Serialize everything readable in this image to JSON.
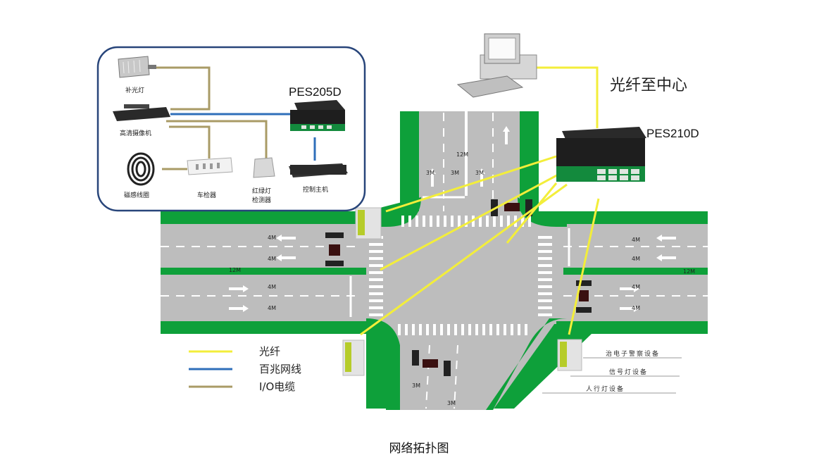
{
  "inset": {
    "items": [
      {
        "key": "fill_light",
        "label": "补光灯"
      },
      {
        "key": "hd_camera",
        "label": "高清摄像机"
      },
      {
        "key": "coil",
        "label": "磁感线圈"
      },
      {
        "key": "detector",
        "label": "车检器"
      },
      {
        "key": "signal_detector_l1",
        "label": "红绿灯"
      },
      {
        "key": "signal_detector_l2",
        "label": "检测器"
      },
      {
        "key": "controller",
        "label": "控制主机"
      }
    ],
    "switch_model": "PES205D"
  },
  "center": {
    "label": "光纤至中心",
    "switch_model": "PES210D"
  },
  "road": {
    "width_label": "12M",
    "lane_label_3m": "3M",
    "lane_label_4m": "4M"
  },
  "devices": {
    "ebay": "治电子警察设备",
    "signal": "信号灯设备",
    "pedestrian": "人行灯设备"
  },
  "legend": [
    {
      "label": "光纤",
      "color": "#f3ee3a"
    },
    {
      "label": "百兆网线",
      "color": "#2f6fba"
    },
    {
      "label": "I/O电缆",
      "color": "#a99b66"
    }
  ],
  "caption": "网络拓扑图",
  "colors": {
    "green": "#0ea03a",
    "road": "#bdbdbd",
    "fiber": "#f3ee3a",
    "net": "#2f6fba",
    "io": "#a99b66"
  }
}
